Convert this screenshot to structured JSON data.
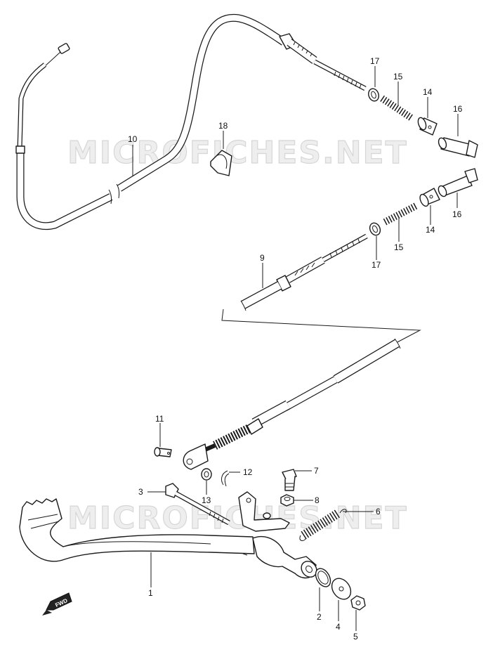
{
  "watermark": {
    "text": "MICROFICHES.NET"
  },
  "fwd_label": "FWD",
  "callouts": [
    {
      "id": "c1",
      "label": "1"
    },
    {
      "id": "c2",
      "label": "2"
    },
    {
      "id": "c3",
      "label": "3"
    },
    {
      "id": "c4",
      "label": "4"
    },
    {
      "id": "c5",
      "label": "5"
    },
    {
      "id": "c6",
      "label": "6"
    },
    {
      "id": "c7",
      "label": "7"
    },
    {
      "id": "c8",
      "label": "8"
    },
    {
      "id": "c9",
      "label": "9"
    },
    {
      "id": "c10",
      "label": "10"
    },
    {
      "id": "c11",
      "label": "11"
    },
    {
      "id": "c12",
      "label": "12"
    },
    {
      "id": "c13",
      "label": "13"
    },
    {
      "id": "c14a",
      "label": "14"
    },
    {
      "id": "c14b",
      "label": "14"
    },
    {
      "id": "c15a",
      "label": "15"
    },
    {
      "id": "c15b",
      "label": "15"
    },
    {
      "id": "c16a",
      "label": "16"
    },
    {
      "id": "c16b",
      "label": "16"
    },
    {
      "id": "c17a",
      "label": "17"
    },
    {
      "id": "c17b",
      "label": "17"
    },
    {
      "id": "c18",
      "label": "18"
    }
  ]
}
